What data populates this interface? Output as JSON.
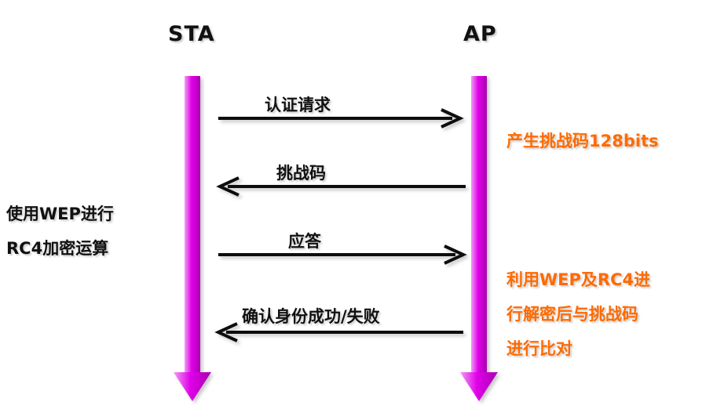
{
  "entities": {
    "sta_label": "STA",
    "ap_label": "AP"
  },
  "messages": {
    "auth_request": "认证请求",
    "challenge": "挑战码",
    "response": "应答",
    "result": "确认身份成功/失败"
  },
  "sta_note": {
    "lines": [
      "使用WEP进行",
      "RC4加密运算"
    ]
  },
  "ap_notes": {
    "generate": "产生挑战码128bits",
    "verify_lines": [
      "利用WEP及RC4进",
      "行解密后与挑战码",
      "进行比对"
    ]
  },
  "colors": {
    "lifeline": "#e000e8",
    "arrow": "#111111",
    "ap_note": "#ff6a00",
    "sta_note": "#111111"
  }
}
